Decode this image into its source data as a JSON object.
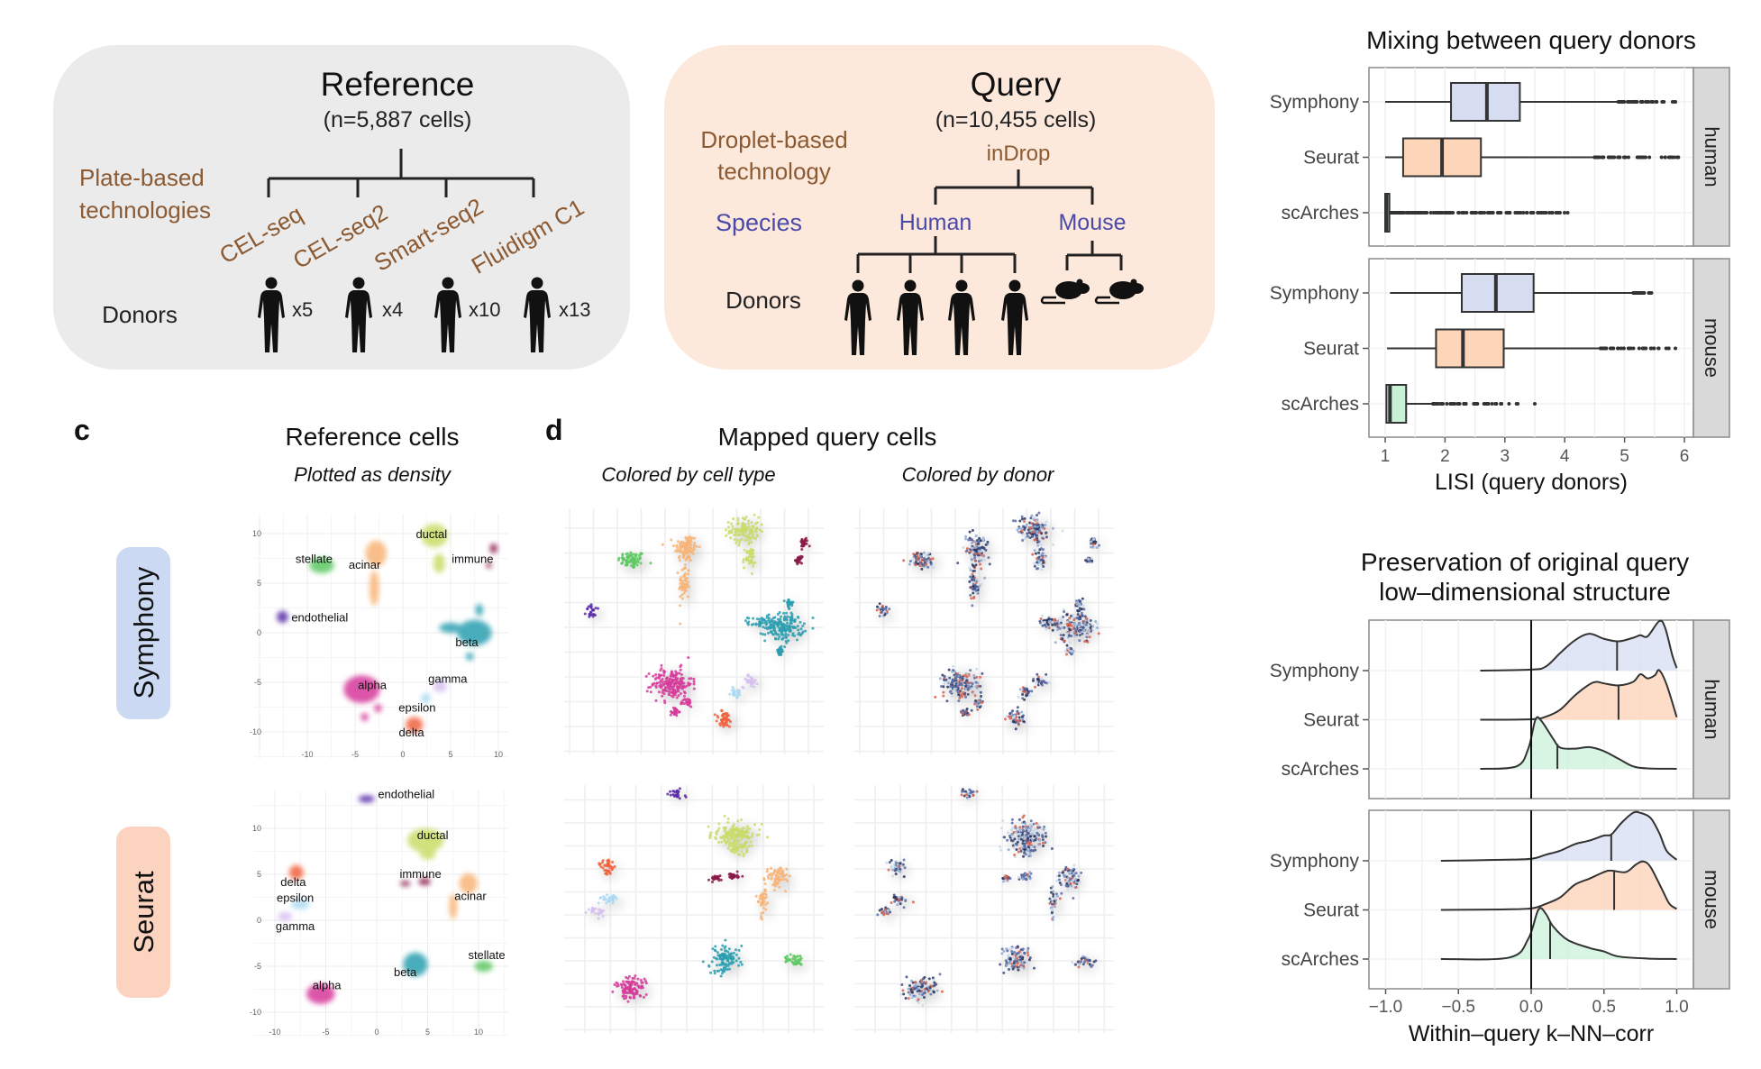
{
  "panel_a": {
    "title": "Reference",
    "subtitle": "(n=5,887 cells)",
    "tech_label_line1": "Plate-based",
    "tech_label_line2": "technologies",
    "technologies": [
      "CEL-seq",
      "CEL-seq2",
      "Smart-seq2",
      "Fluidigm C1"
    ],
    "donors_label": "Donors",
    "donor_counts": [
      "x5",
      "x4",
      "x10",
      "x13"
    ],
    "background": "#ebebeb",
    "tech_color": "#8b5a32"
  },
  "panel_b": {
    "title": "Query",
    "subtitle": "(n=10,455 cells)",
    "tech_label_line1": "Droplet-based",
    "tech_label_line2": "technology",
    "technology": "inDrop",
    "species_label": "Species",
    "species": [
      "Human",
      "Mouse"
    ],
    "donors_label": "Donors",
    "human_donor_icons": 4,
    "mouse_donor_icons": 2,
    "background": "#fde9dc",
    "species_color": "#4a4aa8"
  },
  "panel_c": {
    "letter": "c",
    "title": "Reference cells",
    "subtitle": "Plotted as density"
  },
  "panel_d": {
    "letter": "d",
    "title": "Mapped query cells",
    "subtitle_celltype": "Colored by cell type",
    "subtitle_donor": "Colored by donor"
  },
  "method_rows": [
    {
      "name": "Symphony",
      "color": "#cbd9f3"
    },
    {
      "name": "Seurat",
      "color": "#fcd3bf"
    }
  ],
  "cell_type_colors": {
    "alpha": "#d6399a",
    "beta": "#2a9fb0",
    "gamma": "#d6bff0",
    "delta": "#f0623c",
    "epsilon": "#a9d9f2",
    "acinar": "#f8b476",
    "ductal": "#c9dc68",
    "immune": "#8a1a48",
    "stellate": "#5cc860",
    "endothelial": "#5a2aa8"
  },
  "donor_colors": [
    "#26355f",
    "#5a6ea8",
    "#8fa8d0",
    "#c9d9ea",
    "#d9604c",
    "#3d4f86"
  ],
  "chart_data": [
    {
      "type": "scatter",
      "title": "Reference cells",
      "method": "Symphony",
      "xticks": [
        -10,
        -5,
        0,
        5,
        10
      ],
      "yticks": [
        -10,
        -5,
        0,
        5,
        10
      ],
      "clusters": [
        {
          "label": "stellate",
          "blobs": [
            [
              -8.5,
              6.8,
              1.3,
              0.8
            ]
          ],
          "label_at": [
            -9.3,
            7.4
          ]
        },
        {
          "label": "acinar",
          "blobs": [
            [
              -2.8,
              8,
              1.1,
              1.3
            ],
            [
              -3,
              4.5,
              0.5,
              1.8
            ]
          ],
          "label_at": [
            -4,
            6.8
          ]
        },
        {
          "label": "ductal",
          "blobs": [
            [
              3.3,
              9.8,
              1.4,
              1.2
            ],
            [
              3.8,
              7,
              0.6,
              1
            ]
          ],
          "label_at": [
            3,
            9.9
          ]
        },
        {
          "label": "immune",
          "blobs": [
            [
              9.5,
              8.5,
              0.4,
              0.5
            ],
            [
              9,
              6.8,
              0.3,
              0.3
            ]
          ],
          "label_at": [
            7.3,
            7.4
          ]
        },
        {
          "label": "endothelial",
          "blobs": [
            [
              -12.6,
              1.6,
              0.6,
              0.6
            ]
          ],
          "label_at": [
            -8.7,
            1.5
          ]
        },
        {
          "label": "beta",
          "blobs": [
            [
              7.5,
              0,
              1.8,
              1.3
            ],
            [
              5,
              0.5,
              1.2,
              0.5
            ],
            [
              8,
              2.3,
              0.4,
              0.6
            ],
            [
              7,
              -2.4,
              0.4,
              0.4
            ]
          ],
          "label_at": [
            6.7,
            -1
          ]
        },
        {
          "label": "gamma",
          "blobs": [
            [
              3.9,
              -5.4,
              0.7,
              0.6
            ]
          ],
          "label_at": [
            4.7,
            -4.7
          ]
        },
        {
          "label": "alpha",
          "blobs": [
            [
              -4.3,
              -5.7,
              1.9,
              1.4
            ],
            [
              -4,
              -8.5,
              0.4,
              0.4
            ],
            [
              -2.6,
              -7.6,
              0.4,
              0.4
            ]
          ],
          "label_at": [
            -3.2,
            -5.3
          ]
        },
        {
          "label": "epsilon",
          "blobs": [
            [
              2.4,
              -6.6,
              0.5,
              0.5
            ]
          ],
          "label_at": [
            1.5,
            -7.6
          ]
        },
        {
          "label": "delta",
          "blobs": [
            [
              1.2,
              -9.3,
              0.9,
              0.8
            ]
          ],
          "label_at": [
            0.9,
            -10.1
          ]
        }
      ]
    },
    {
      "type": "scatter",
      "title": "Reference cells",
      "method": "Seurat",
      "xticks": [
        -10,
        -5,
        0,
        5,
        10
      ],
      "yticks": [
        -10,
        -5,
        0,
        5,
        10
      ],
      "clusters": [
        {
          "label": "endothelial",
          "blobs": [
            [
              -1,
              13.2,
              0.8,
              0.4
            ]
          ],
          "label_at": [
            2.9,
            13.7
          ]
        },
        {
          "label": "ductal",
          "blobs": [
            [
              4.8,
              8.7,
              1.8,
              1.3
            ],
            [
              5,
              7.2,
              0.8,
              0.6
            ]
          ],
          "label_at": [
            5.5,
            9.2
          ]
        },
        {
          "label": "delta",
          "blobs": [
            [
              -7.9,
              5.2,
              0.7,
              0.8
            ]
          ],
          "label_at": [
            -8.2,
            4.1
          ]
        },
        {
          "label": "epsilon",
          "blobs": [
            [
              -7.5,
              1.7,
              0.9,
              0.5
            ]
          ],
          "label_at": [
            -8,
            2.4
          ]
        },
        {
          "label": "gamma",
          "blobs": [
            [
              -9,
              0.4,
              0.7,
              0.5
            ]
          ],
          "label_at": [
            -8,
            -0.7
          ]
        },
        {
          "label": "immune",
          "blobs": [
            [
              4.7,
              4.2,
              0.6,
              0.4
            ],
            [
              2.8,
              4,
              0.5,
              0.3
            ]
          ],
          "label_at": [
            4.3,
            5
          ]
        },
        {
          "label": "acinar",
          "blobs": [
            [
              9,
              4,
              0.9,
              1.1
            ],
            [
              7.5,
              1.5,
              0.4,
              1.4
            ]
          ],
          "label_at": [
            9.2,
            2.6
          ]
        },
        {
          "label": "beta",
          "blobs": [
            [
              3.8,
              -4.8,
              1.2,
              1.3
            ]
          ],
          "label_at": [
            2.8,
            -5.7
          ]
        },
        {
          "label": "stellate",
          "blobs": [
            [
              10.5,
              -5,
              0.9,
              0.6
            ]
          ],
          "label_at": [
            10.8,
            -3.8
          ]
        },
        {
          "label": "alpha",
          "blobs": [
            [
              -5.5,
              -8,
              1.4,
              1.1
            ]
          ],
          "label_at": [
            -4.9,
            -7.1
          ]
        }
      ]
    },
    {
      "type": "box",
      "title": "Mixing between query donors",
      "xlabel": "LISI (query donors)",
      "xlim": [
        1,
        6
      ],
      "xticks": [
        1,
        2,
        3,
        4,
        5,
        6
      ],
      "categories": [
        "Symphony",
        "Seurat",
        "scArches"
      ],
      "colors": {
        "Symphony": "#d6ddf1",
        "Seurat": "#fdd5b8",
        "scArches": "#c9f1d8"
      },
      "facets": [
        {
          "name": "human",
          "boxes": [
            {
              "method": "Symphony",
              "whisker_low": 1.0,
              "q1": 2.1,
              "median": 2.7,
              "q3": 3.25,
              "whisker_high": 4.9,
              "outlier_max": 5.85
            },
            {
              "method": "Seurat",
              "whisker_low": 1.0,
              "q1": 1.3,
              "median": 1.95,
              "q3": 2.6,
              "whisker_high": 4.5,
              "outlier_max": 5.9
            },
            {
              "method": "scArches",
              "whisker_low": 1.0,
              "q1": 1.0,
              "median": 1.02,
              "q3": 1.07,
              "whisker_high": 1.1,
              "outlier_max": 4.05
            }
          ]
        },
        {
          "name": "mouse",
          "boxes": [
            {
              "method": "Symphony",
              "whisker_low": 1.08,
              "q1": 2.28,
              "median": 2.85,
              "q3": 3.48,
              "whisker_high": 5.15,
              "outlier_max": 5.45
            },
            {
              "method": "Seurat",
              "whisker_low": 1.03,
              "q1": 1.85,
              "median": 2.3,
              "q3": 2.98,
              "whisker_high": 4.6,
              "outlier_max": 5.85
            },
            {
              "method": "scArches",
              "whisker_low": 1.02,
              "q1": 1.02,
              "median": 1.08,
              "q3": 1.35,
              "whisker_high": 1.8,
              "outlier_max": 3.5
            }
          ]
        }
      ]
    },
    {
      "type": "area",
      "title_line1": "Preservation of original query",
      "title_line2": "low–dimensional structure",
      "xlabel": "Within–query k–NN–corr",
      "xlim": [
        -1.0,
        1.0
      ],
      "xticks": [
        "−1.0",
        "−0.5",
        "0.0",
        "0.5",
        "1.0"
      ],
      "xtick_values": [
        -1.0,
        -0.5,
        0.0,
        0.5,
        1.0
      ],
      "reference_line": 0.0,
      "categories": [
        "Symphony",
        "Seurat",
        "scArches"
      ],
      "colors": {
        "Symphony": "#d6ddf1",
        "Seurat": "#fdd2b5",
        "scArches": "#c9f1d8"
      },
      "facets": [
        {
          "name": "human",
          "ridges": [
            {
              "method": "Symphony",
              "median": 0.59,
              "density": [
                [
                  -0.35,
                  0
                ],
                [
                  0,
                  0.02
                ],
                [
                  0.1,
                  0.08
                ],
                [
                  0.2,
                  0.35
                ],
                [
                  0.3,
                  0.6
                ],
                [
                  0.4,
                  0.73
                ],
                [
                  0.5,
                  0.63
                ],
                [
                  0.6,
                  0.58
                ],
                [
                  0.7,
                  0.65
                ],
                [
                  0.75,
                  0.7
                ],
                [
                  0.8,
                  0.68
                ],
                [
                  0.88,
                  0.98
                ],
                [
                  0.92,
                  0.85
                ],
                [
                  0.97,
                  0.3
                ],
                [
                  1.0,
                  0.05
                ]
              ]
            },
            {
              "method": "Seurat",
              "median": 0.6,
              "density": [
                [
                  -0.35,
                  0
                ],
                [
                  0,
                  0.01
                ],
                [
                  0.1,
                  0.06
                ],
                [
                  0.2,
                  0.2
                ],
                [
                  0.3,
                  0.48
                ],
                [
                  0.4,
                  0.7
                ],
                [
                  0.45,
                  0.75
                ],
                [
                  0.5,
                  0.72
                ],
                [
                  0.6,
                  0.68
                ],
                [
                  0.7,
                  0.75
                ],
                [
                  0.75,
                  0.9
                ],
                [
                  0.8,
                  0.82
                ],
                [
                  0.85,
                  0.88
                ],
                [
                  0.88,
                  0.98
                ],
                [
                  0.93,
                  0.7
                ],
                [
                  1.0,
                  0.05
                ]
              ]
            },
            {
              "method": "scArches",
              "median": 0.18,
              "density": [
                [
                  -0.35,
                  0
                ],
                [
                  -0.1,
                  0.05
                ],
                [
                  -0.02,
                  0.4
                ],
                [
                  0.03,
                  0.98
                ],
                [
                  0.07,
                  0.95
                ],
                [
                  0.15,
                  0.6
                ],
                [
                  0.2,
                  0.42
                ],
                [
                  0.3,
                  0.4
                ],
                [
                  0.4,
                  0.43
                ],
                [
                  0.5,
                  0.35
                ],
                [
                  0.6,
                  0.2
                ],
                [
                  0.7,
                  0.05
                ],
                [
                  0.8,
                  0.01
                ],
                [
                  1.0,
                  0
                ]
              ]
            }
          ]
        },
        {
          "name": "mouse",
          "ridges": [
            {
              "method": "Symphony",
              "median": 0.55,
              "density": [
                [
                  -0.62,
                  0
                ],
                [
                  -0.2,
                  0.02
                ],
                [
                  0,
                  0.04
                ],
                [
                  0.1,
                  0.12
                ],
                [
                  0.2,
                  0.2
                ],
                [
                  0.3,
                  0.33
                ],
                [
                  0.4,
                  0.4
                ],
                [
                  0.5,
                  0.5
                ],
                [
                  0.55,
                  0.52
                ],
                [
                  0.62,
                  0.75
                ],
                [
                  0.7,
                  0.95
                ],
                [
                  0.75,
                  0.95
                ],
                [
                  0.82,
                  0.85
                ],
                [
                  0.88,
                  0.55
                ],
                [
                  0.93,
                  0.2
                ],
                [
                  1.0,
                  0.02
                ]
              ]
            },
            {
              "method": "Seurat",
              "median": 0.57,
              "density": [
                [
                  -0.62,
                  0
                ],
                [
                  -0.2,
                  0.01
                ],
                [
                  0,
                  0.03
                ],
                [
                  0.1,
                  0.12
                ],
                [
                  0.2,
                  0.25
                ],
                [
                  0.3,
                  0.5
                ],
                [
                  0.4,
                  0.62
                ],
                [
                  0.5,
                  0.75
                ],
                [
                  0.55,
                  0.78
                ],
                [
                  0.65,
                  0.75
                ],
                [
                  0.72,
                  0.9
                ],
                [
                  0.77,
                  0.96
                ],
                [
                  0.82,
                  0.85
                ],
                [
                  0.9,
                  0.4
                ],
                [
                  0.95,
                  0.12
                ],
                [
                  1.0,
                  0.02
                ]
              ]
            },
            {
              "method": "scArches",
              "median": 0.13,
              "density": [
                [
                  -0.62,
                  0
                ],
                [
                  -0.15,
                  0.03
                ],
                [
                  -0.02,
                  0.4
                ],
                [
                  0.05,
                  0.98
                ],
                [
                  0.1,
                  0.9
                ],
                [
                  0.15,
                  0.65
                ],
                [
                  0.25,
                  0.38
                ],
                [
                  0.4,
                  0.22
                ],
                [
                  0.5,
                  0.15
                ],
                [
                  0.6,
                  0.05
                ],
                [
                  0.8,
                  0.01
                ],
                [
                  1.0,
                  0
                ]
              ]
            }
          ]
        }
      ]
    }
  ]
}
